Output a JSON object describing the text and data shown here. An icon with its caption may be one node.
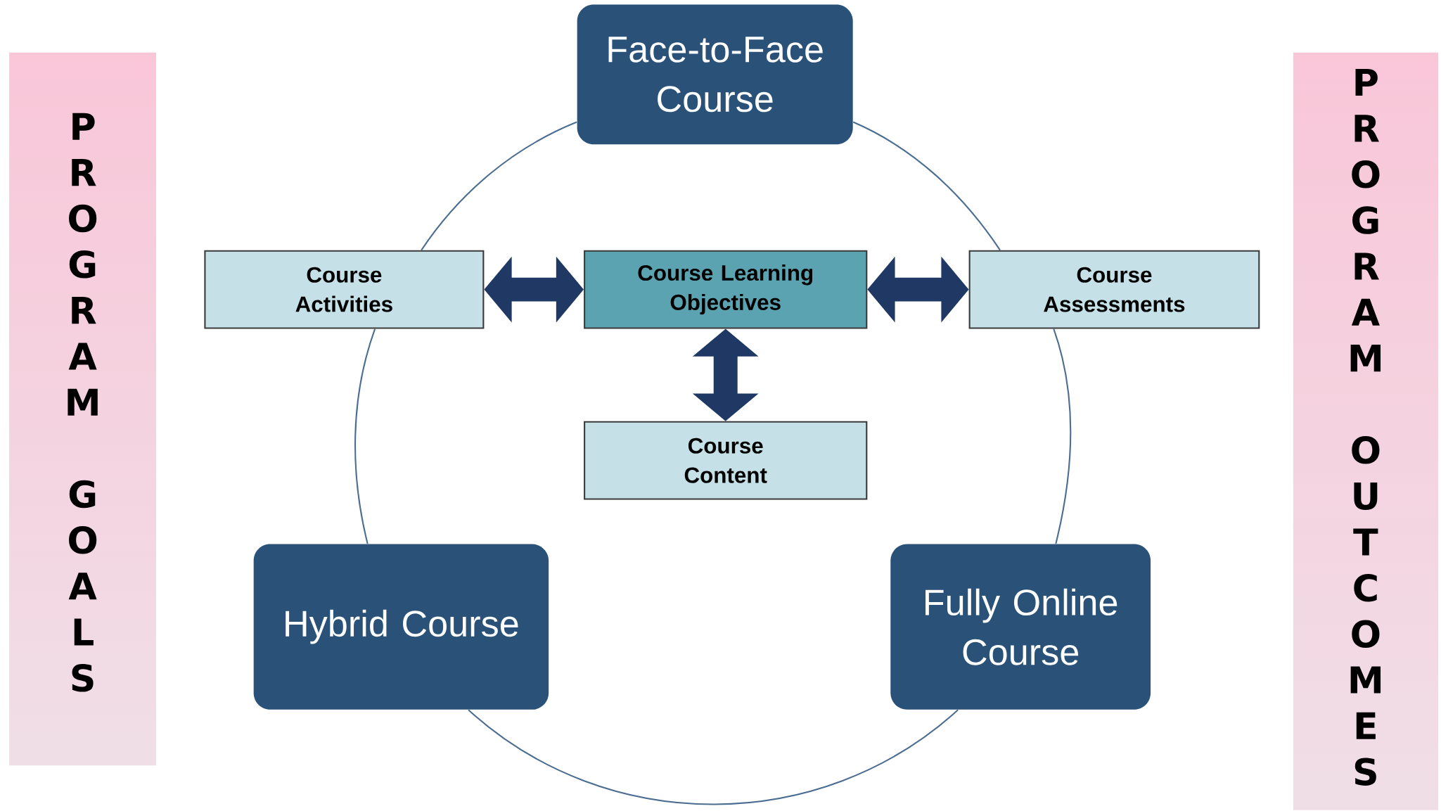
{
  "diagram": {
    "nodes": [
      {
        "text": [
          "PROGRAM",
          "GOALS"
        ]
      },
      {
        "text": [
          "Face-to-Face Course"
        ]
      },
      {
        "text": [
          "Course Activities"
        ]
      },
      {
        "text": [
          "Course Learning Objectives"
        ]
      },
      {
        "text": [
          "Course Assessments"
        ]
      },
      {
        "text": [
          "Course Content"
        ]
      },
      {
        "text": [
          "Hybrid Course"
        ]
      },
      {
        "text": [
          "Fully Online Course"
        ]
      },
      {
        "text": [
          "PROGRAM",
          "OUTCOMES"
        ]
      }
    ],
    "edges": [
      {
        "from": 2,
        "to": 3,
        "arrow": "both",
        "style": "thick",
        "color": "#1f3864"
      },
      {
        "from": 3,
        "to": 4,
        "arrow": "both",
        "style": "thick",
        "color": "#1f3864"
      },
      {
        "from": 3,
        "to": 5,
        "arrow": "both",
        "style": "thick",
        "color": "#1f3864"
      },
      {
        "from": 1,
        "to": 4,
        "arrow": "none"
      },
      {
        "from": 4,
        "to": 7,
        "arrow": "none"
      },
      {
        "from": 7,
        "to": 6,
        "arrow": "none"
      },
      {
        "from": 6,
        "to": 2,
        "arrow": "none"
      },
      {
        "from": 2,
        "to": 1,
        "arrow": "none"
      }
    ]
  }
}
